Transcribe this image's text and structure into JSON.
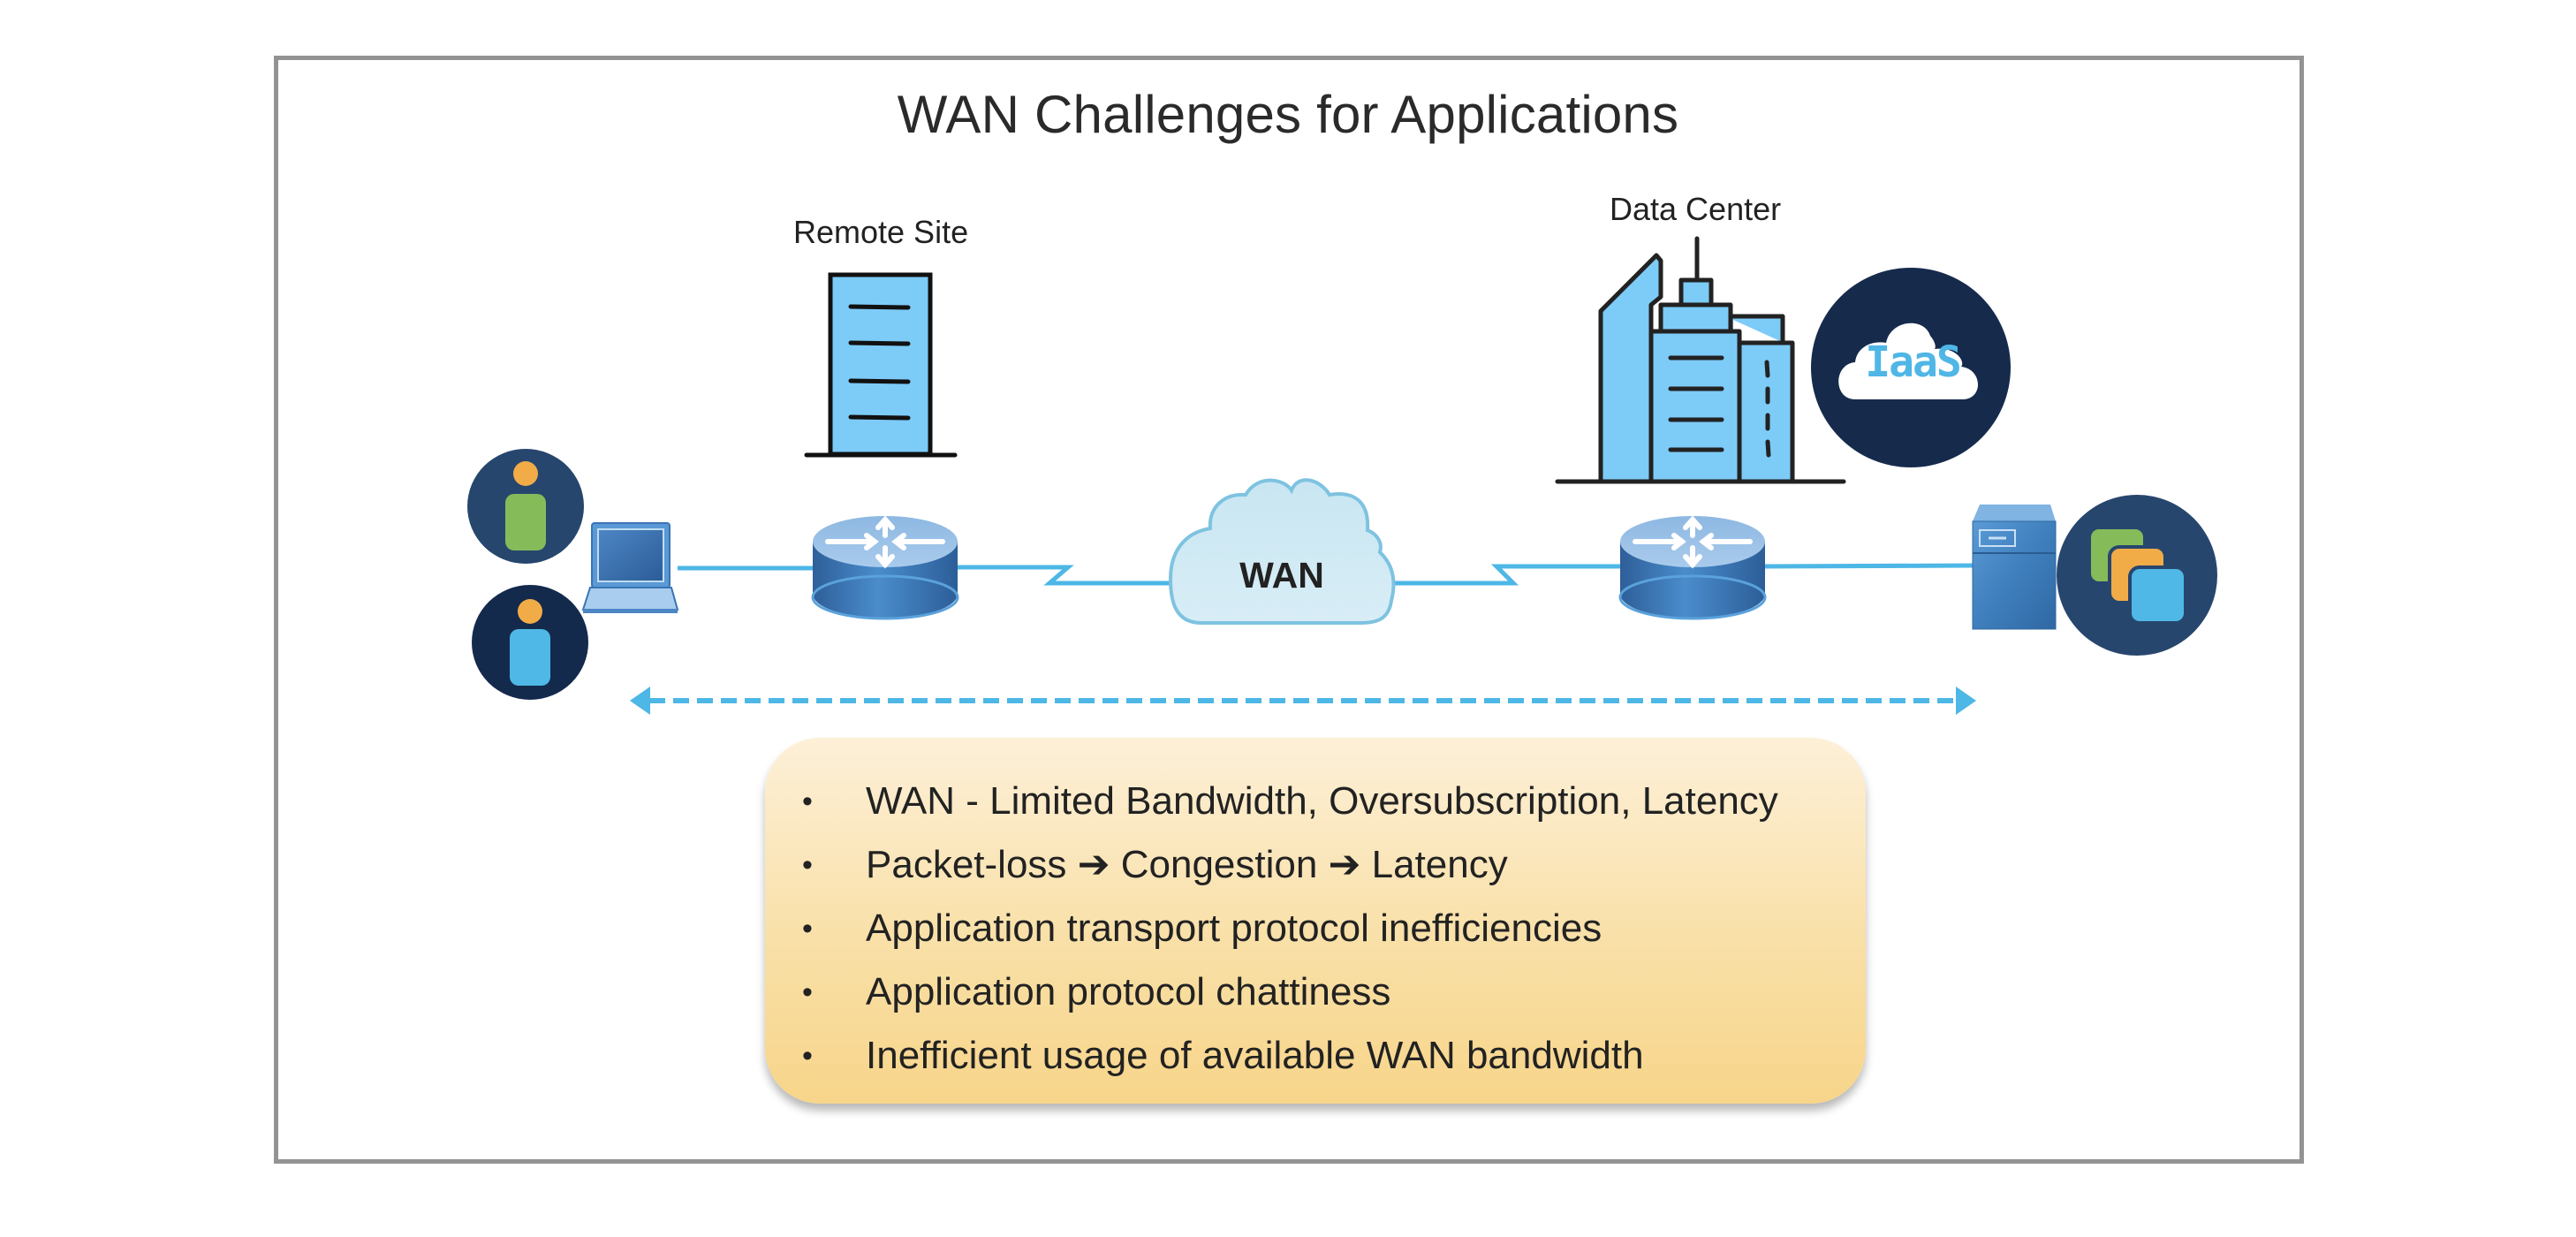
{
  "title": "WAN Challenges for Applications",
  "labels": {
    "remote_site": "Remote Site",
    "data_center": "Data Center",
    "wan_cloud": "WAN",
    "iaas": "IaaS"
  },
  "nodes": [
    {
      "id": "user-1",
      "icon": "user-icon",
      "body_color": "#86bb5a"
    },
    {
      "id": "user-2",
      "icon": "user-icon",
      "body_color": "#4fb8e6"
    },
    {
      "id": "laptop",
      "icon": "laptop-icon"
    },
    {
      "id": "remote-site-building",
      "icon": "building-icon"
    },
    {
      "id": "remote-router",
      "icon": "router-icon"
    },
    {
      "id": "wan-cloud",
      "icon": "cloud-icon"
    },
    {
      "id": "dc-router",
      "icon": "router-icon"
    },
    {
      "id": "data-center-building",
      "icon": "office-buildings-icon"
    },
    {
      "id": "iaas-cloud",
      "icon": "iaas-cloud-icon"
    },
    {
      "id": "server",
      "icon": "server-icon"
    },
    {
      "id": "applications",
      "icon": "app-stack-icon"
    }
  ],
  "links": [
    {
      "from": "laptop",
      "to": "remote-router",
      "style": "solid"
    },
    {
      "from": "remote-router",
      "to": "wan-cloud",
      "style": "serial-zigzag"
    },
    {
      "from": "wan-cloud",
      "to": "dc-router",
      "style": "serial-zigzag"
    },
    {
      "from": "dc-router",
      "to": "server",
      "style": "solid"
    },
    {
      "from": "laptop",
      "to": "server",
      "style": "dashed-bidirectional-arrow"
    }
  ],
  "colors": {
    "link": "#4db7e6",
    "frame": "#939393",
    "navy_dark": "#142a4c",
    "navy": "#27466e",
    "building_fill": "#7dcbf7",
    "person_head": "#f1ac48",
    "app_green": "#86bb5a",
    "app_orange": "#f1ac48",
    "app_blue": "#4fb8e6",
    "callout_top": "#fdf0d8",
    "callout_bottom": "#f7d58a"
  },
  "challenges": {
    "bullet": "•",
    "items": [
      "WAN - Limited Bandwidth, Oversubscription, Latency",
      "Packet-loss ➔ Congestion ➔ Latency",
      "Application transport protocol inefficiencies",
      "Application protocol chattiness",
      "Inefficient usage of available WAN bandwidth"
    ]
  }
}
